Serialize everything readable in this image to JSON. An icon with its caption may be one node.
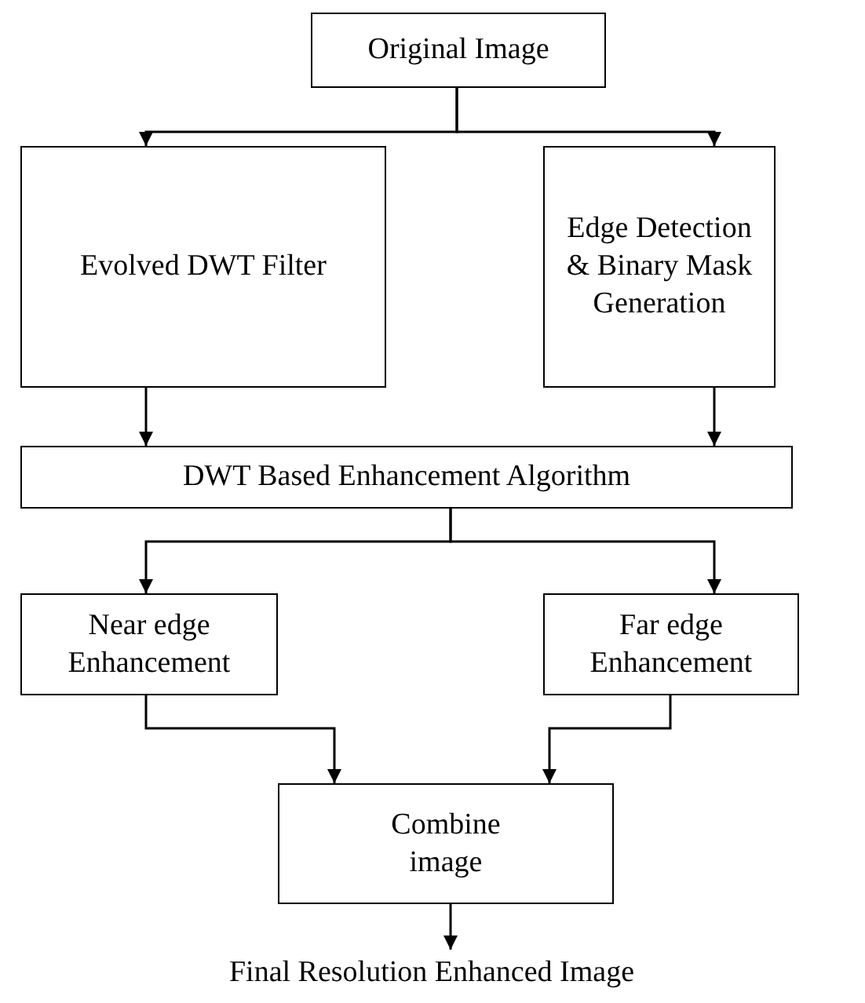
{
  "diagram": {
    "nodes": [
      {
        "text": [
          "Original Image"
        ]
      },
      {
        "text": [
          "Evolved DWT Filter"
        ]
      },
      {
        "text": [
          "Edge Detection & Binary Mask Generation"
        ]
      },
      {
        "text": [
          "DWT Based Enhancement Algorithm"
        ]
      },
      {
        "text": [
          "Near edge Enhancement"
        ]
      },
      {
        "text": [
          "Far edge Enhancement"
        ]
      },
      {
        "text": [
          "Combine image"
        ]
      },
      {
        "text": [
          "Final Resolution Enhanced Image"
        ]
      }
    ],
    "edges": [
      {
        "from": 0,
        "to": 1,
        "arrow": "to"
      },
      {
        "from": 0,
        "to": 2,
        "arrow": "to"
      },
      {
        "from": 1,
        "to": 3,
        "arrow": "to"
      },
      {
        "from": 2,
        "to": 3,
        "arrow": "to"
      },
      {
        "from": 3,
        "to": 4,
        "arrow": "to"
      },
      {
        "from": 3,
        "to": 5,
        "arrow": "to"
      },
      {
        "from": 4,
        "to": 6,
        "arrow": "to"
      },
      {
        "from": 5,
        "to": 6,
        "arrow": "to"
      },
      {
        "from": 6,
        "to": 7,
        "arrow": "to"
      }
    ]
  }
}
